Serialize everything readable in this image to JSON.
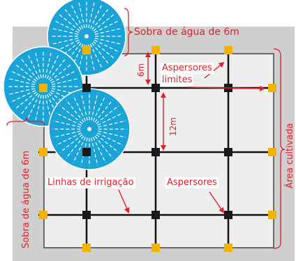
{
  "labels": {
    "top_overlap": "Sobra de água de 6m",
    "left_overlap": "Sobra de água de 6m",
    "cultivated_area": "Área cultivada",
    "six_m": "6m",
    "twelve_m": "12m",
    "boundary_sprinklers_line1": "Aspersores",
    "boundary_sprinklers_line2": "limites",
    "irrigation_lines": "Linhas de irrigação",
    "sprinklers": "Aspersores"
  },
  "colors": {
    "background": "#cfcfcf",
    "field": "#eeeeee",
    "field_border": "#444444",
    "irrigation_line": "#111111",
    "interior_sprinkler": "#1a1a1a",
    "boundary_sprinkler": "#f0b400",
    "spray_circle": "#1aa3d6",
    "annotation": "#e0202a"
  },
  "icons": {
    "sprinkler": "square-marker",
    "spray": "radial-spray-circle"
  }
}
